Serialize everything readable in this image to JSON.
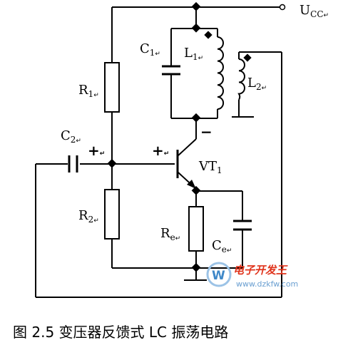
{
  "supply": {
    "label": "U",
    "sub": "CC",
    "mark": "↵"
  },
  "components": {
    "R1": {
      "label": "R",
      "sub": "1",
      "mark": "↵"
    },
    "R2": {
      "label": "R",
      "sub": "2",
      "mark": "↵"
    },
    "Re": {
      "label": "R",
      "sub": "e",
      "mark": "↵"
    },
    "C1": {
      "label": "C",
      "sub": "1",
      "mark": "↵"
    },
    "C2": {
      "label": "C",
      "sub": "2",
      "mark": "↵"
    },
    "Ce": {
      "label": "C",
      "sub": "e",
      "mark": "↵"
    },
    "L1": {
      "label": "L",
      "sub": "1",
      "mark": "↵"
    },
    "L2": {
      "label": "L",
      "sub": "2",
      "mark": "↵"
    },
    "VT": {
      "label": "VT",
      "sub": "1"
    }
  },
  "polarity": {
    "base_plus": "+",
    "base_mark": "↵",
    "emitter_plus": "+",
    "emitter_mark": "↵",
    "collector_minus": "−"
  },
  "caption": "图 2.5  变压器反馈式 LC 振荡电路",
  "watermark": {
    "title": "电子开发王",
    "url": "www.dzkfw.com"
  }
}
